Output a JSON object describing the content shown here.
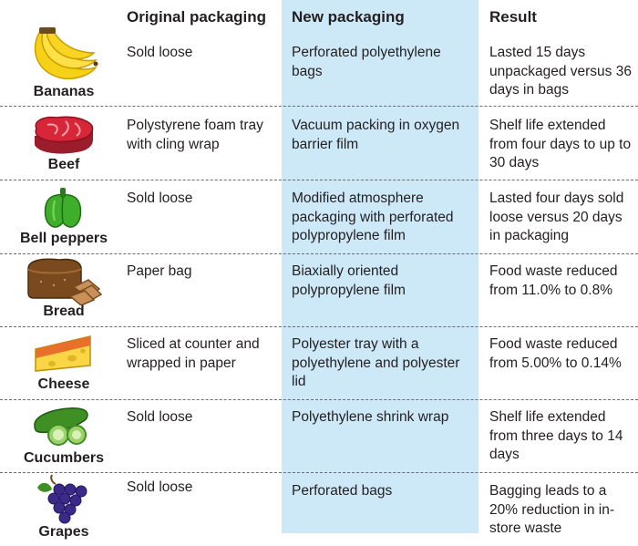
{
  "headers": {
    "original": "Original packaging",
    "new": "New packaging",
    "result": "Result"
  },
  "rows": [
    {
      "food": "Bananas",
      "icon": "bananas-icon",
      "original": "Sold loose",
      "new": "Perforated polyethylene bags",
      "result": "Lasted 15 days unpackaged versus 36 days in bags"
    },
    {
      "food": "Beef",
      "icon": "beef-icon",
      "original": "Polystyrene foam tray with cling wrap",
      "new": "Vacuum packing in oxygen barrier film",
      "result": "Shelf life extended from four days to up to 30 days"
    },
    {
      "food": "Bell peppers",
      "icon": "bell-pepper-icon",
      "original": "Sold loose",
      "new": "Modified atmosphere packaging with perforated polypropylene film",
      "result": "Lasted four days sold loose versus 20 days in packaging"
    },
    {
      "food": "Bread",
      "icon": "bread-icon",
      "original": "Paper bag",
      "new": "Biaxially oriented polypropylene film",
      "result": "Food waste reduced from 11.0% to 0.8%"
    },
    {
      "food": "Cheese",
      "icon": "cheese-icon",
      "original": "Sliced at counter and wrapped in paper",
      "new": "Polyester tray with a polyethylene and polyester lid",
      "result": "Food waste reduced from 5.00% to 0.14%"
    },
    {
      "food": "Cucumbers",
      "icon": "cucumber-icon",
      "original": "Sold loose",
      "new": "Polyethylene shrink wrap",
      "result": "Shelf life extended from three days to 14 days"
    },
    {
      "food": "Grapes",
      "icon": "grapes-icon",
      "original": "Sold loose",
      "new": "Perforated bags",
      "result": "Bagging leads to a 20% reduction in in-store waste"
    }
  ],
  "colors": {
    "highlight_column": "#cde9f8",
    "separator": "#6b6b6b",
    "text": "#231f20"
  }
}
